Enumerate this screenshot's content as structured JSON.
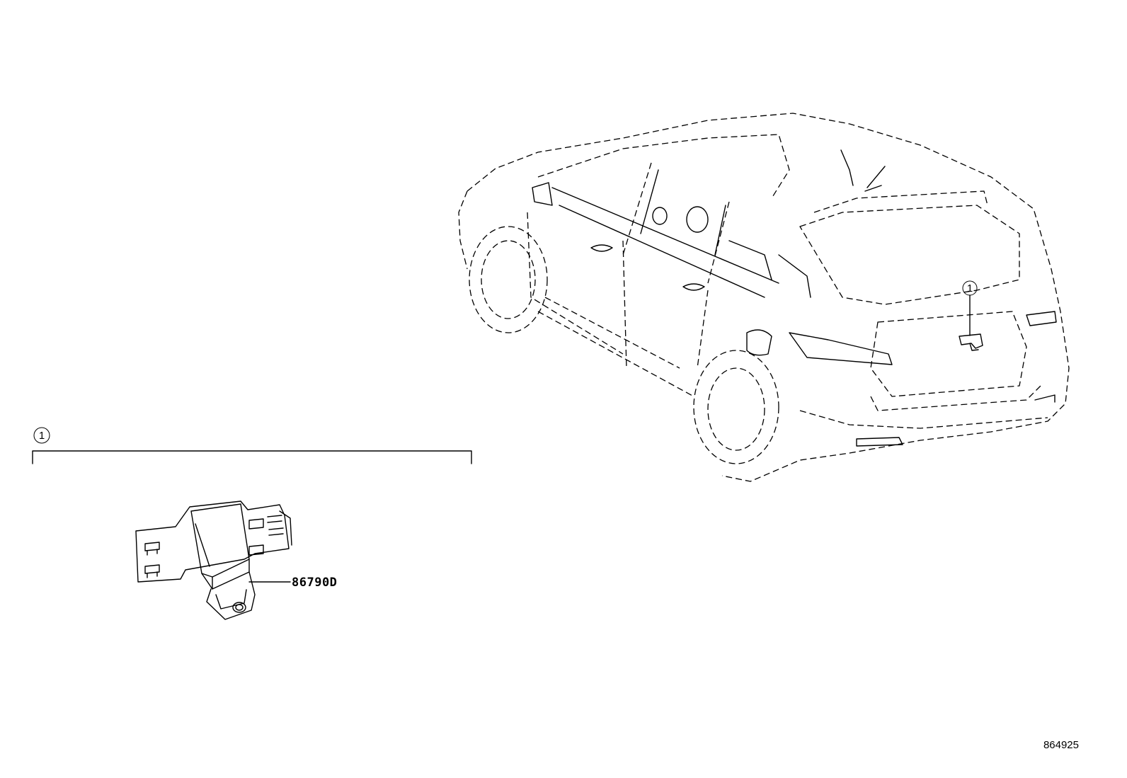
{
  "callout": {
    "index_label": "1",
    "vehicle_callout_label": "1"
  },
  "part": {
    "number": "86790D"
  },
  "figure": {
    "reference_number": "864925"
  },
  "icons": {
    "camera": "rear-view-camera-icon",
    "vehicle": "vehicle-outline-icon"
  }
}
